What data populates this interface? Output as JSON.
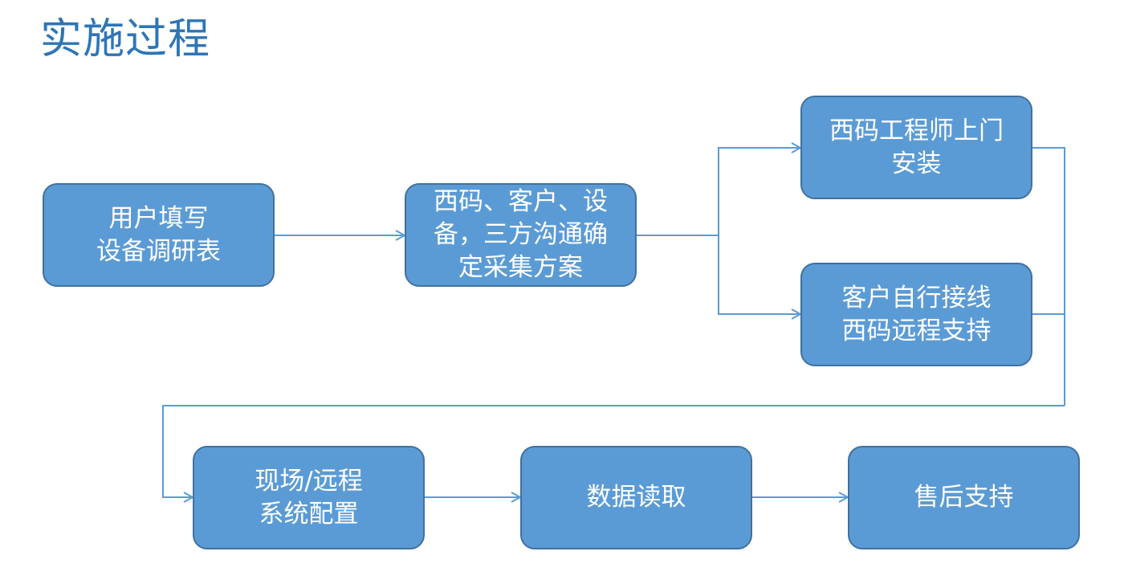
{
  "title": "实施过程",
  "colors": {
    "title": "#2e75b6",
    "node_fill": "#5b9bd5",
    "node_border": "#41719c",
    "node_text": "#ffffff",
    "connector": "#5b9bd5"
  },
  "nodes": {
    "survey": "用户填写\n设备调研表",
    "plan": "西码、客户、设\n备，三方沟通确\n定采集方案",
    "onsite_install": "西码工程师上门\n安装",
    "remote_wiring": "客户自行接线\n西码远程支持",
    "config": "现场/远程\n系统配置",
    "data_read": "数据读取",
    "after_sales": "售后支持"
  }
}
